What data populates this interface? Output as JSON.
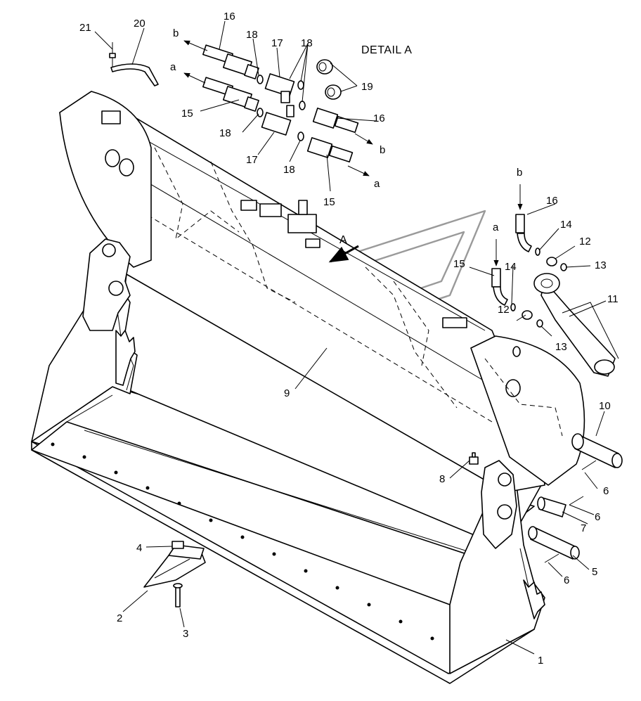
{
  "detail_title": "DETAIL A",
  "view_marker": "A",
  "callouts": [
    {
      "id": "c1",
      "text": "1"
    },
    {
      "id": "c2",
      "text": "2"
    },
    {
      "id": "c3",
      "text": "3"
    },
    {
      "id": "c4",
      "text": "4"
    },
    {
      "id": "c5",
      "text": "5"
    },
    {
      "id": "c6a",
      "text": "6"
    },
    {
      "id": "c6b",
      "text": "6"
    },
    {
      "id": "c6c",
      "text": "6"
    },
    {
      "id": "c7",
      "text": "7"
    },
    {
      "id": "c8",
      "text": "8"
    },
    {
      "id": "c9",
      "text": "9"
    },
    {
      "id": "c10",
      "text": "10"
    },
    {
      "id": "c11",
      "text": "11"
    },
    {
      "id": "c12a",
      "text": "12"
    },
    {
      "id": "c12b",
      "text": "12"
    },
    {
      "id": "c13a",
      "text": "13"
    },
    {
      "id": "c13b",
      "text": "13"
    },
    {
      "id": "c14a",
      "text": "14"
    },
    {
      "id": "c14b",
      "text": "14"
    },
    {
      "id": "c15a",
      "text": "15"
    },
    {
      "id": "c15b",
      "text": "15"
    },
    {
      "id": "c15c",
      "text": "15"
    },
    {
      "id": "c16a",
      "text": "16"
    },
    {
      "id": "c16b",
      "text": "16"
    },
    {
      "id": "c16c",
      "text": "16"
    },
    {
      "id": "c17a",
      "text": "17"
    },
    {
      "id": "c17b",
      "text": "17"
    },
    {
      "id": "c18a",
      "text": "18"
    },
    {
      "id": "c18b",
      "text": "18"
    },
    {
      "id": "c18c",
      "text": "18"
    },
    {
      "id": "c18d",
      "text": "18"
    },
    {
      "id": "c19",
      "text": "19"
    },
    {
      "id": "c20",
      "text": "20"
    },
    {
      "id": "c21",
      "text": "21"
    }
  ],
  "flow_labels": [
    {
      "id": "fa1",
      "text": "a"
    },
    {
      "id": "fb1",
      "text": "b"
    },
    {
      "id": "fa2",
      "text": "a"
    },
    {
      "id": "fb2",
      "text": "b"
    },
    {
      "id": "fa3",
      "text": "a"
    },
    {
      "id": "fb3",
      "text": "b"
    }
  ],
  "colors": {
    "line": "#000000",
    "watermark": "#9a9a9a",
    "background": "#ffffff"
  }
}
